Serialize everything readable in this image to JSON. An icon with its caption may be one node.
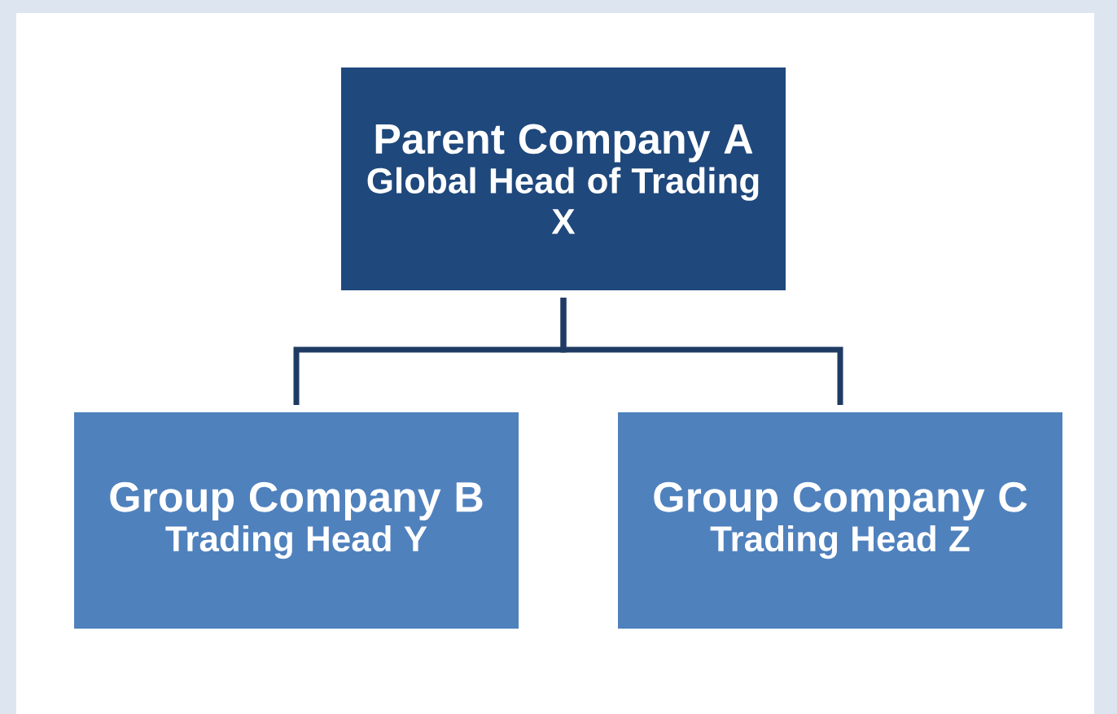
{
  "diagram": {
    "nodes": [
      {
        "text": [
          "Parent Company A",
          "Global Head of Trading X"
        ]
      },
      {
        "text": [
          "Group Company B",
          "Trading Head Y"
        ]
      },
      {
        "text": [
          "Group Company C",
          "Trading Head Z"
        ]
      }
    ],
    "edges": [
      {
        "from": 0,
        "to": 1,
        "arrow": "none"
      },
      {
        "from": 0,
        "to": 2,
        "arrow": "none"
      }
    ]
  }
}
